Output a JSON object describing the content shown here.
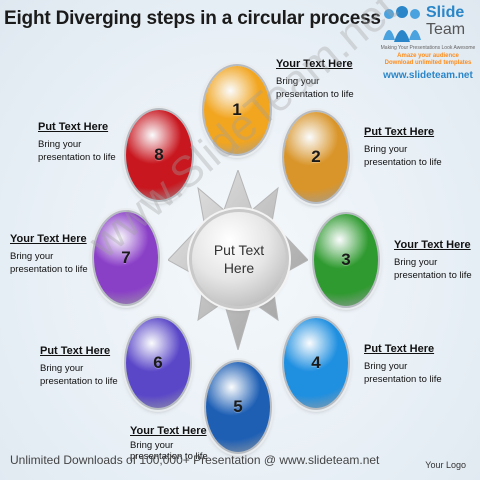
{
  "title": "Eight Diverging steps in a circular process",
  "brand": {
    "name_line1": "Slide",
    "name_line2": "Team",
    "tagline": "Making Your Presentations Look Awesome",
    "promo1": "Amaze your audience",
    "promo2": "Download unlimited templates",
    "url": "www.slideteam.net"
  },
  "center": {
    "line1": "Put Text",
    "line2": "Here"
  },
  "steps": [
    {
      "number": "1",
      "color": "#f2a51f",
      "heading": "Your Text Here",
      "body": "Bring your presentation to life"
    },
    {
      "number": "2",
      "color": "#d9952a",
      "heading": "Put Text Here",
      "body": "Bring your presentation to life"
    },
    {
      "number": "3",
      "color": "#2f9a2f",
      "heading": "Your Text Here",
      "body": "Bring your presentation to life"
    },
    {
      "number": "4",
      "color": "#1f8fe0",
      "heading": "Put Text Here",
      "body": "Bring your presentation to life"
    },
    {
      "number": "5",
      "color": "#1e5fb4",
      "heading": "Your Text Here",
      "body": "Bring your presentation to life"
    },
    {
      "number": "6",
      "color": "#5a47c8",
      "heading": "Put Text Here",
      "body": "Bring your presentation to life"
    },
    {
      "number": "7",
      "color": "#8a3fc7",
      "heading": "Your Text Here",
      "body": "Bring your presentation to life"
    },
    {
      "number": "8",
      "color": "#c8171f",
      "heading": "Put Text Here",
      "body": "Bring your presentation to life"
    }
  ],
  "watermark": "www.SlideTeam.net",
  "footer": "Unlimited Downloads of 100,000+ Presentation @ www.slideteam.net",
  "your_logo": "Your Logo"
}
